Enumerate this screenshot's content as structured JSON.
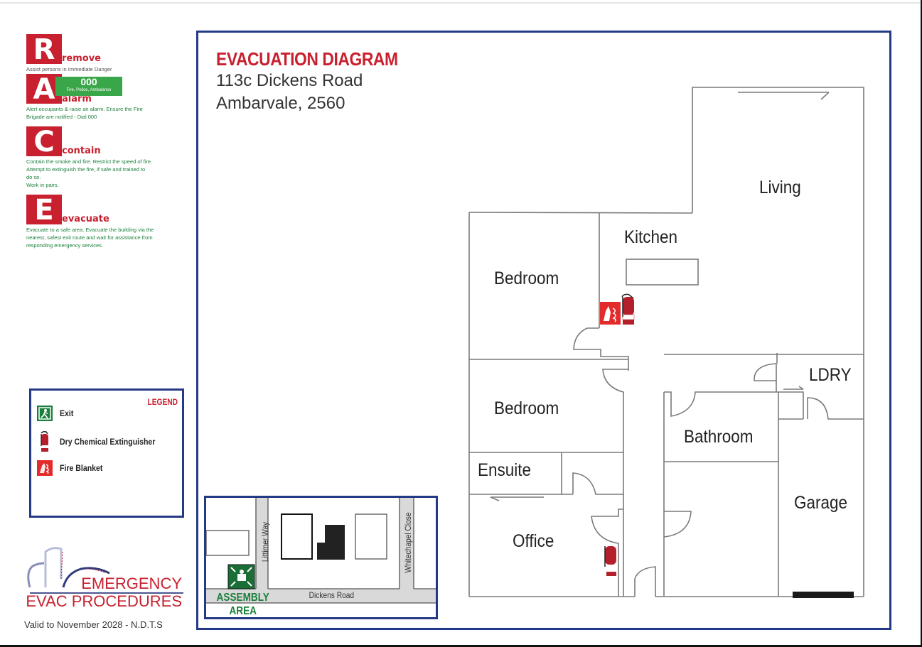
{
  "race": {
    "remove": {
      "letter": "R",
      "word": "remove",
      "desc": "Assist persons in Immediate Danger"
    },
    "alarm": {
      "letter": "A",
      "word": "alarm",
      "desc": "Alert occupants & raise an alarm. Ensure the Fire Brigade are notified - Dial 000",
      "dial_number": "000",
      "dial_services": "Fire, Police, Ambulance"
    },
    "contain": {
      "letter": "C",
      "word": "contain",
      "desc_lines": [
        "Contain the smoke and fire. Restrict the speed of fire.",
        "Attempt to extinguish the fire, if safe and trained to",
        "do so.",
        "Work in pairs."
      ]
    },
    "evacuate": {
      "letter": "E",
      "word": "evacuate",
      "desc": "Evacuate to a safe area. Evacuate the building via the nearest, safest exit route and wait for assistance from responding emergency services."
    }
  },
  "legend": {
    "title": "LEGEND",
    "items": [
      {
        "icon": "exit-icon",
        "label": "Exit"
      },
      {
        "icon": "extinguisher-icon",
        "label": "Dry Chemical Extinguisher"
      },
      {
        "icon": "fire-blanket-icon",
        "label": "Fire Blanket"
      }
    ]
  },
  "logo": {
    "line1": "EMERGENCY",
    "line2": "EVAC PROCEDURES"
  },
  "validity": "Valid to November 2028 - N.D.T.S",
  "header": {
    "title": "EVACUATION DIAGRAM",
    "address_line1": "113c Dickens Road",
    "address_line2": "Ambarvale, 2560"
  },
  "rooms": [
    {
      "name": "Living"
    },
    {
      "name": "Kitchen"
    },
    {
      "name": "Bedroom"
    },
    {
      "name": "Bedroom"
    },
    {
      "name": "LDRY"
    },
    {
      "name": "Bathroom"
    },
    {
      "name": "Ensuite"
    },
    {
      "name": "Garage"
    },
    {
      "name": "Office"
    }
  ],
  "site_map": {
    "streets": [
      "Dickens Road",
      "Littimer Way",
      "Whitechapel Close"
    ],
    "assembly_line1": "ASSEMBLY",
    "assembly_line2": "AREA"
  },
  "colors": {
    "brand_red": "#c8202f",
    "frame_blue": "#243a86",
    "exit_green": "#1a7f3b",
    "dial_green": "#3aa64a"
  }
}
